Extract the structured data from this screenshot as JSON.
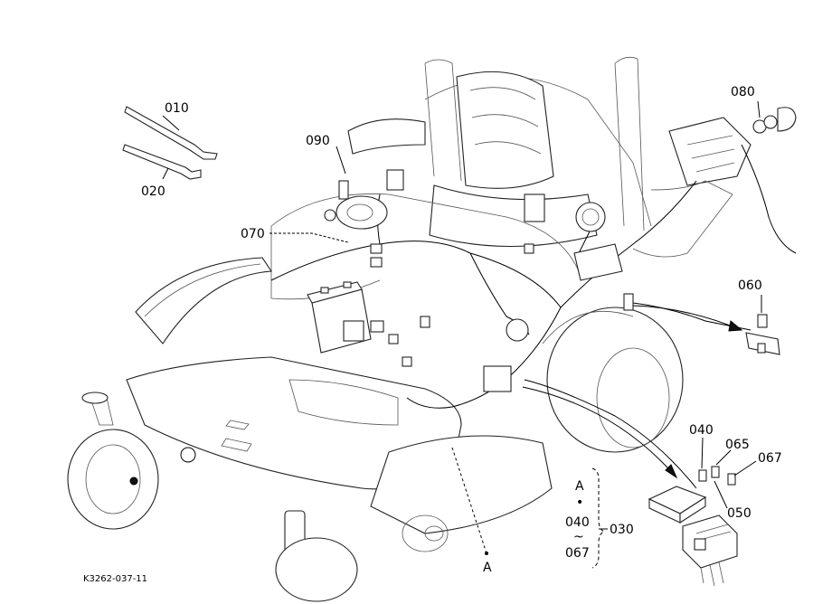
{
  "callouts": {
    "p010": "010",
    "p020": "020",
    "p090": "090",
    "p070": "070",
    "p080": "080",
    "p060": "060",
    "p040": "040",
    "p065": "065",
    "p067": "067",
    "p050": "050",
    "pA_bottom": "A"
  },
  "legend": {
    "ref_letter": "A",
    "dot": "•",
    "range_start": "040",
    "tilde": "~",
    "range_end": "067",
    "assembly": "030"
  },
  "figure_code": "K3262-037-11"
}
